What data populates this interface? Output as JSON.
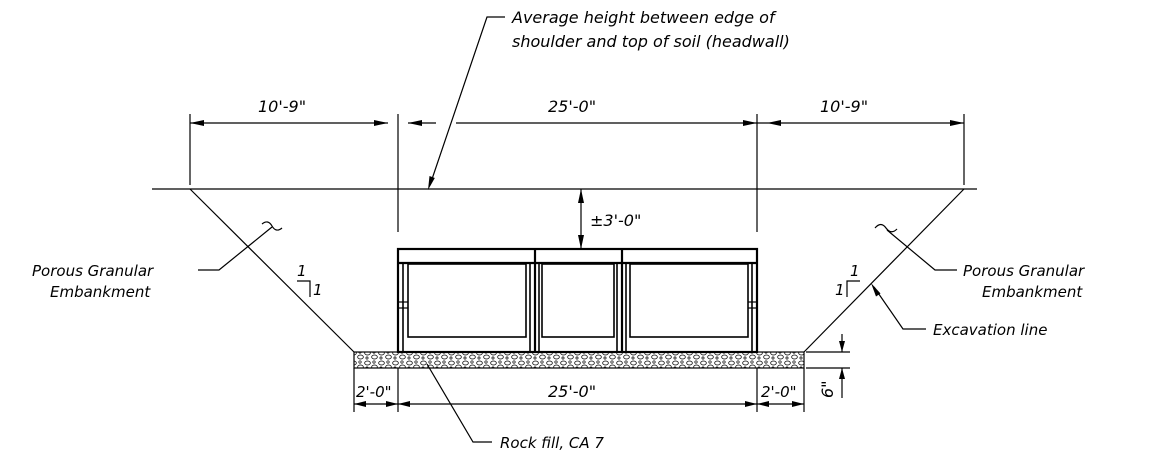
{
  "notes": {
    "headwall_line1": "Average height between edge of",
    "headwall_line2": "shoulder and top of soil (headwall)",
    "porous_left_line1": "Porous Granular",
    "porous_left_line2": "Embankment",
    "porous_right_line1": "Porous Granular",
    "porous_right_line2": "Embankment",
    "excavation": "Excavation line",
    "rock_fill": "Rock fill, CA 7"
  },
  "dimensions": {
    "top_left": "10'-9\"",
    "top_center": "25'-0\"",
    "top_right": "10'-9\"",
    "cover": "±3'-0\"",
    "bottom_left": "2'-0\"",
    "bottom_center": "25'-0\"",
    "bottom_right": "2'-0\"",
    "bedding_depth": "6\""
  },
  "slopes": {
    "left_rise": "1",
    "left_run": "1",
    "right_rise": "1",
    "right_run": "1"
  }
}
